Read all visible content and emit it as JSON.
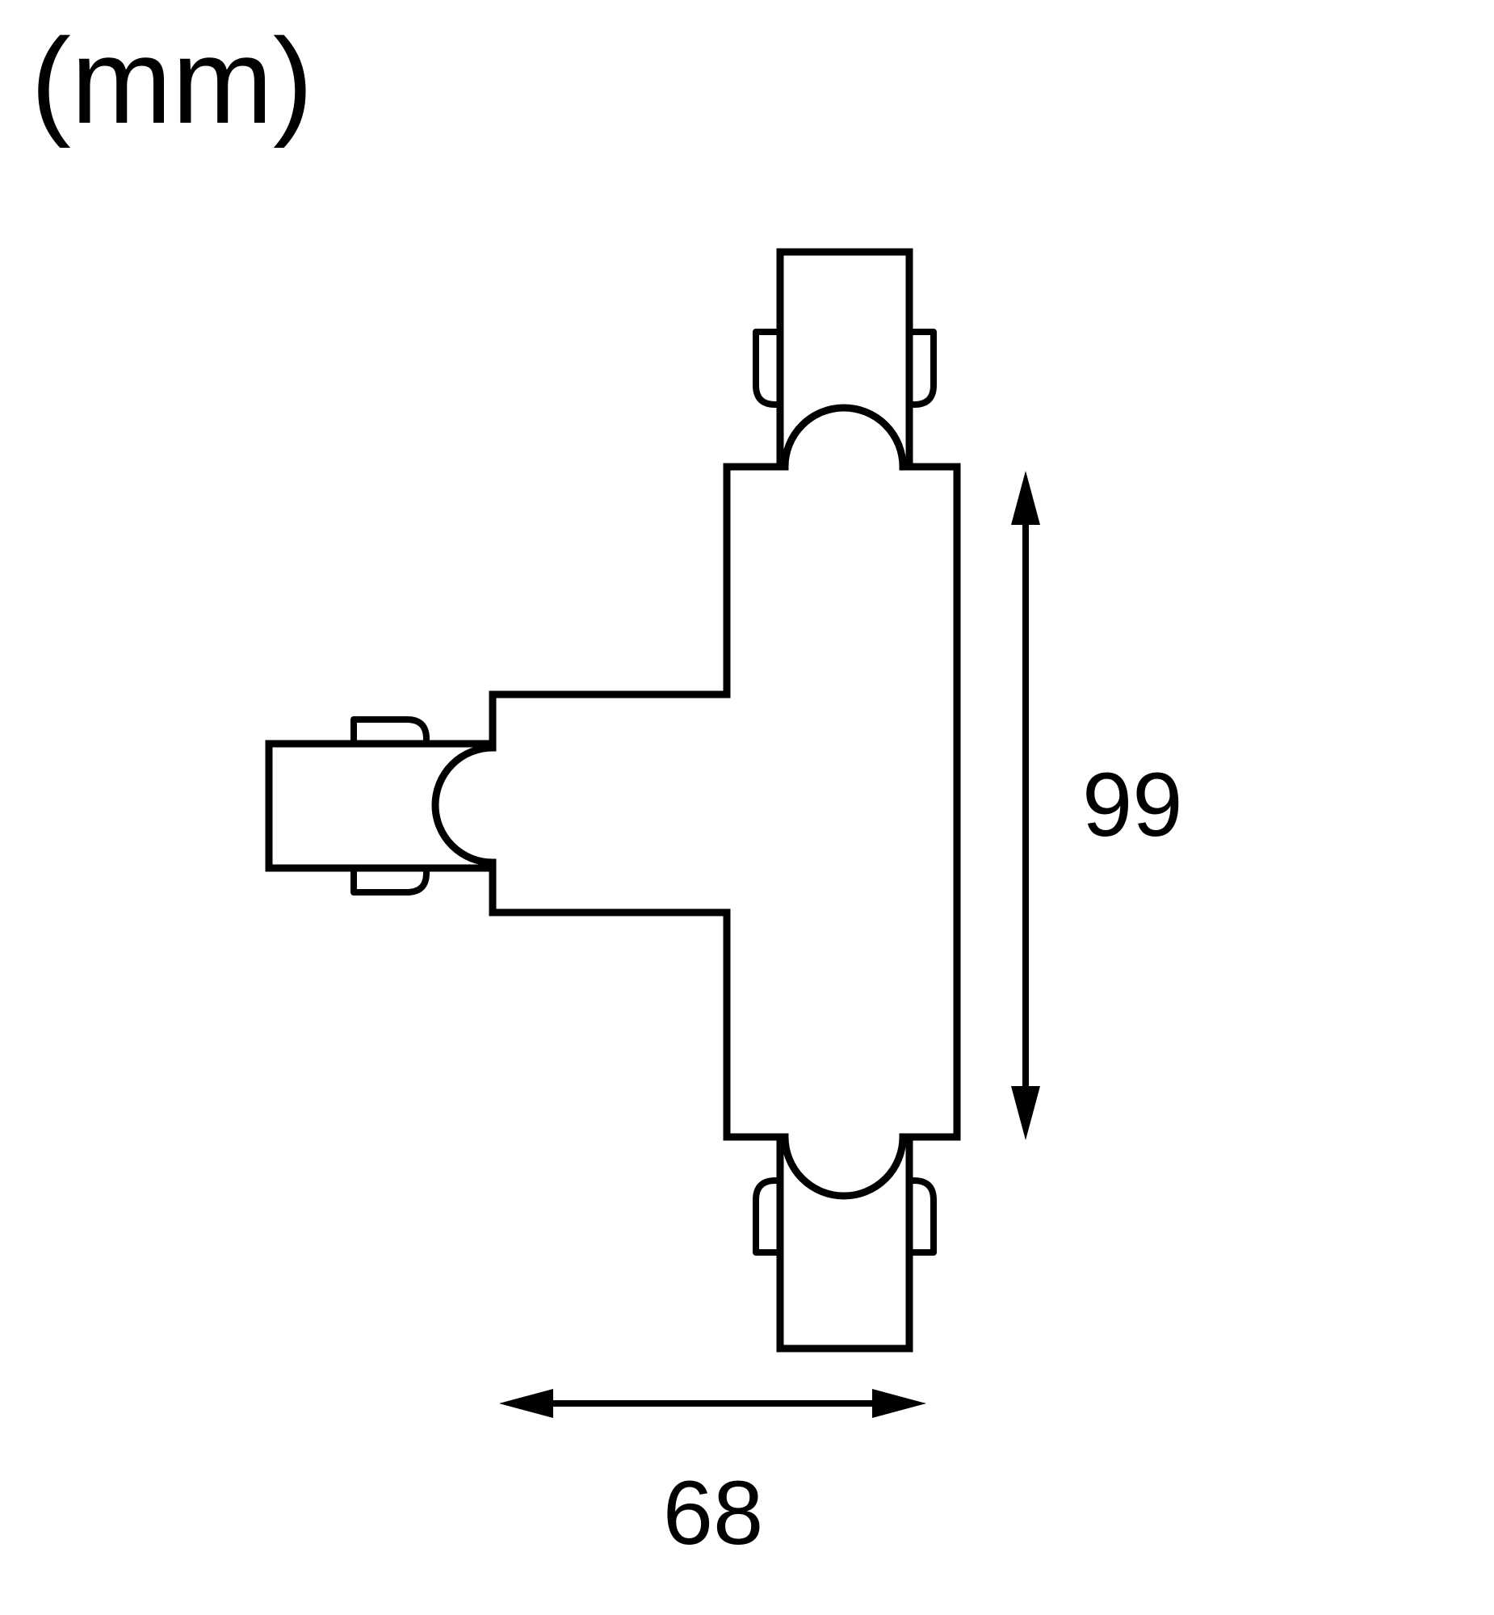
{
  "colors": {
    "background": "#ffffff",
    "line": "#000000",
    "text": "#000000"
  },
  "diagram": {
    "unit_label": "(mm)",
    "dimension_vertical": "99",
    "dimension_horizontal": "68"
  }
}
